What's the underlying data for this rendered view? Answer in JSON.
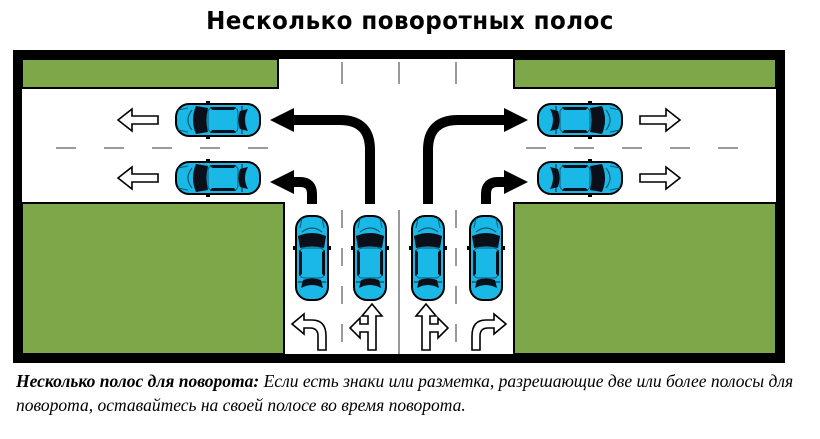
{
  "title": "Несколько поворотных полос",
  "caption": {
    "bold": "Несколько полос для поворота:",
    "text": "Если есть знаки или разметка, разрешающие две или более полосы для поворота, оставайтесь на своей полосе во время поворота."
  },
  "colors": {
    "grass": "#7da84a",
    "road": "#ffffff",
    "frame": "#000000",
    "car": "#19b8e6",
    "car_glass": "#0a0f1a",
    "lane_mark": "#9a9a9a"
  },
  "lane_arrows": [
    "left-turn",
    "straight-or-left",
    "straight-or-right",
    "right-turn"
  ],
  "icons": [
    "left-arrow-icon",
    "right-arrow-icon",
    "turn-arrow-icon"
  ]
}
